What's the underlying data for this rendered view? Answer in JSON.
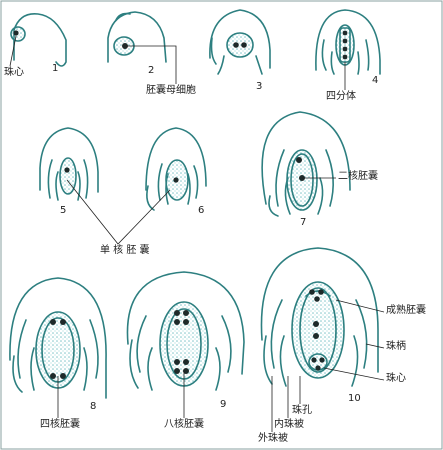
{
  "stage_numbers": [
    "1",
    "2",
    "3",
    "4",
    "5",
    "6",
    "7",
    "8",
    "9",
    "10"
  ],
  "labels": {
    "nucellus": "珠心",
    "megaspore_mother_cell": "胚囊母细胞",
    "tetrad": "四分体",
    "uninucleate_embryo_sac": "单 核 胚 囊",
    "binucleate_embryo_sac": "二核胚囊",
    "tetranucleate_embryo_sac": "四核胚囊",
    "octonucleate_embryo_sac": "八核胚囊",
    "mature_embryo_sac": "成熟胚囊",
    "funicle": "珠柄",
    "nucellus_10": "珠心",
    "micropyle": "珠孔",
    "inner_integument": "内珠被",
    "outer_integument": "外珠被"
  },
  "colors": {
    "stroke": "#2d7f80",
    "stipple": "#7fc4c8",
    "nucleus": "#1e2a2a",
    "frame": "#8aa0a0"
  }
}
